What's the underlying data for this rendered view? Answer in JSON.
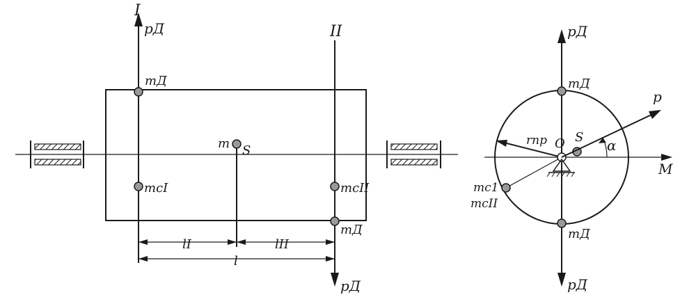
{
  "side_view": {
    "plane_I": "I",
    "plane_II": "II",
    "force_top": "pД",
    "force_bottom": "pД",
    "mass_top": "mД",
    "mass_bottom": "mД",
    "mass_cI": "mcI",
    "mass_cII": "mcII",
    "center_mass": "m",
    "center_label": "S",
    "dim_lI": "lI",
    "dim_lII": "lII",
    "dim_l": "l"
  },
  "end_view": {
    "force_top": "pД",
    "force_bottom": "pД",
    "mass_top": "mД",
    "mass_bottom": "mД",
    "mass_c1": "mc1",
    "mass_cII": "mcII",
    "radius_label": "rпр",
    "origin_label": "O",
    "center_label": "S",
    "force_p": "p",
    "angle_label": "α",
    "axis_label": "M"
  }
}
